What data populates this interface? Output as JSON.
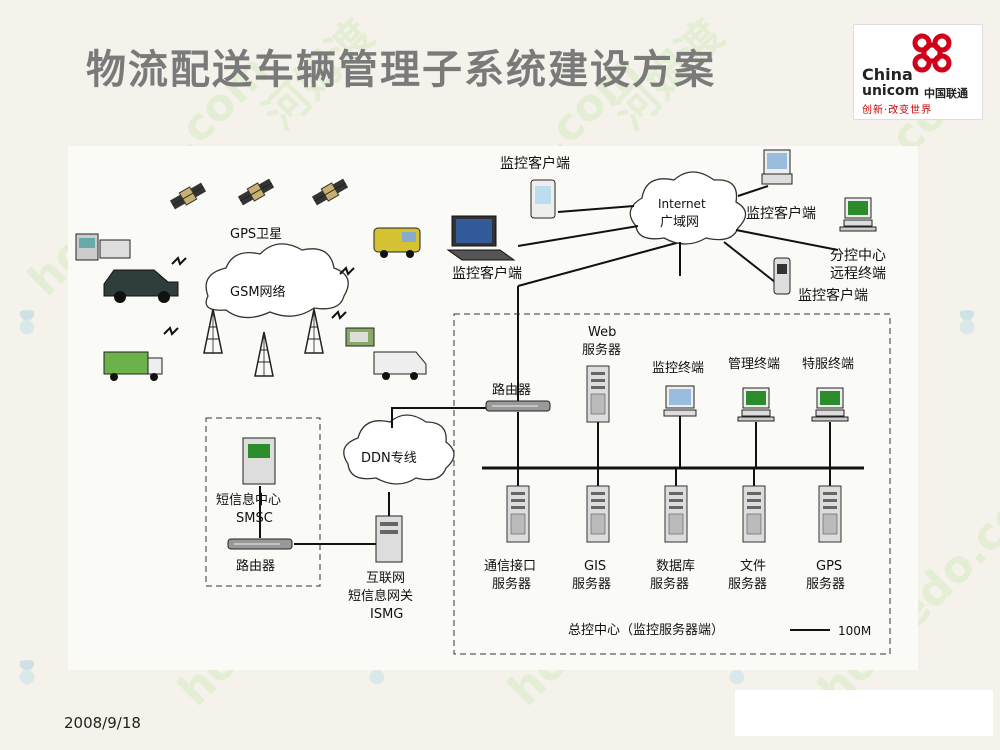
{
  "slide": {
    "title": "物流配送车辆管理子系统建设方案",
    "date": "2008/9/18"
  },
  "logo": {
    "brand_en_line1": "China",
    "brand_en_line2": "unicom",
    "brand_cn": "中国联通",
    "slogan": "创新·改变世界",
    "accent_color": "#d0021b"
  },
  "watermark": {
    "text_en": "homedo.com",
    "text_cn": "河姆渡"
  },
  "diagram": {
    "gps_satellite": "GPS卫星",
    "gsm_network": "GSM网络",
    "internet": "Internet",
    "wan": "广域网",
    "monitor_client": "监控客户端",
    "branch_line1": "分控中心",
    "branch_line2": "远程终端",
    "router": "路由器",
    "ddn": "DDN专线",
    "sms_center": "短信息中心",
    "smsc": "SMSC",
    "ismg_line1": "互联网",
    "ismg_line2": "短信息网关",
    "ismg_line3": "ISMG",
    "web_line1": "Web",
    "web_line2": "服务器",
    "monitor_terminal": "监控终端",
    "mgmt_terminal": "管理终端",
    "special_terminal": "特服终端",
    "comm_line1": "通信接口",
    "comm_line2": "服务器",
    "gis_line1": "GIS",
    "gis_line2": "服务器",
    "db_line1": "数据库",
    "db_line2": "服务器",
    "file_line1": "文件",
    "file_line2": "服务器",
    "gps_line1": "GPS",
    "gps_line2": "服务器",
    "control_center": "总控中心（监控服务器端）",
    "legend_speed": "100M"
  }
}
